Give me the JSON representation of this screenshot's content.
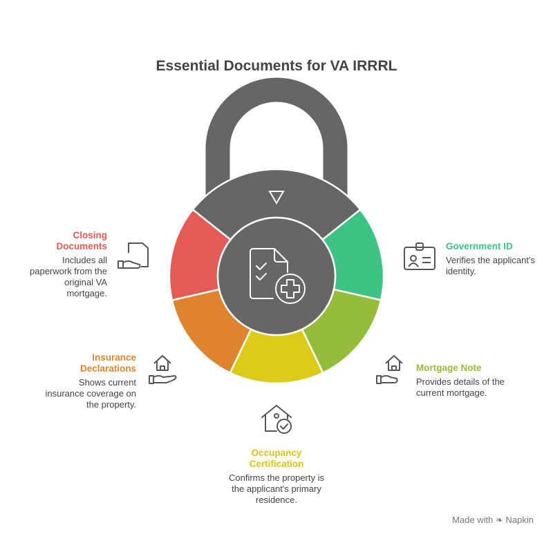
{
  "title": "Essential Documents for VA IRRRL",
  "colors": {
    "lock": "#666666",
    "closing": "#E55A55",
    "government": "#3DC485",
    "mortgage": "#93BD3B",
    "occupancy": "#DDCB1A",
    "insurance": "#DE842F"
  },
  "items": [
    {
      "title": "Closing Documents",
      "desc": "Includes all paperwork from the original VA mortgage.",
      "icon": "document-hand-icon"
    },
    {
      "title": "Government ID",
      "desc": "Verifies the applicant's identity.",
      "icon": "id-card-icon"
    },
    {
      "title": "Mortgage Note",
      "desc": "Provides details of the current mortgage.",
      "icon": "house-hand-icon"
    },
    {
      "title": "Occupancy Certification",
      "desc": "Confirms the property is the applicant's primary residence.",
      "icon": "house-check-icon"
    },
    {
      "title": "Insurance Declarations",
      "desc": "Shows current insurance coverage on the property.",
      "icon": "house-hand-icon"
    }
  ],
  "footer": "Made with ❧ Napkin"
}
